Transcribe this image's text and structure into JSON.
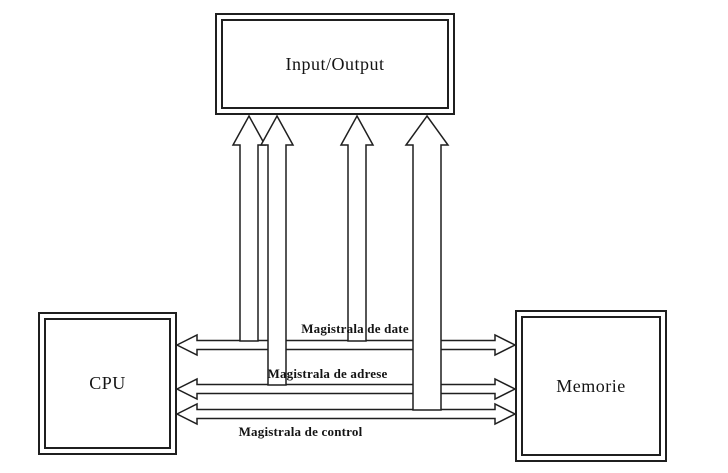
{
  "diagram": {
    "nodes": {
      "io": {
        "label": "Input/Output"
      },
      "cpu": {
        "label": "CPU"
      },
      "memory": {
        "label": "Memorie"
      }
    },
    "buses": {
      "data": {
        "label": "Magistrala de date"
      },
      "address": {
        "label": "Magistrala de adrese"
      },
      "control": {
        "label": "Magistrala de control"
      }
    },
    "colors": {
      "line": "#1f1f1f",
      "background": "#ffffff"
    }
  }
}
